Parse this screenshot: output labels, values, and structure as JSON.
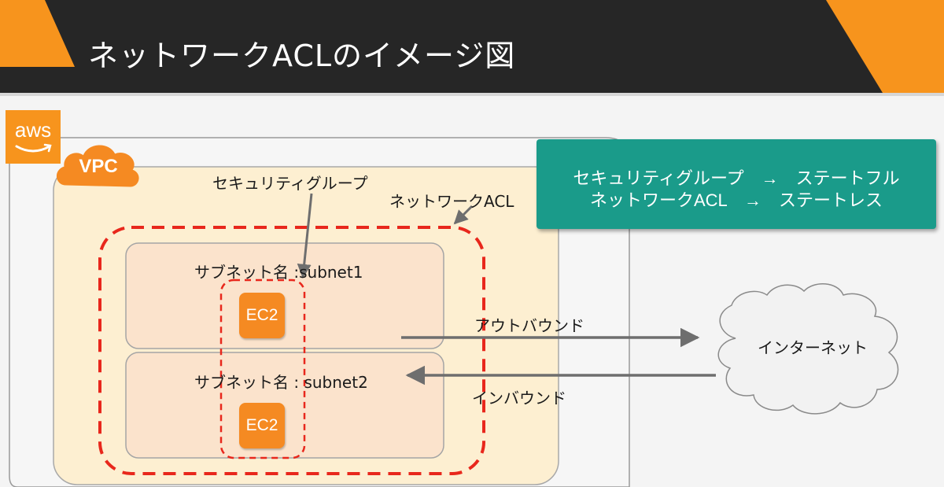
{
  "slide": {
    "title": "ネットワークACLのイメージ図"
  },
  "logos": {
    "aws": "aws",
    "vpc": "VPC"
  },
  "diagram": {
    "security_group_label": "セキュリティグループ",
    "network_acl_label": "ネットワークACL",
    "subnet1_label": "サブネット名 :subnet1",
    "subnet2_label": "サブネット名 : subnet2",
    "ec2_1": "EC2",
    "ec2_2": "EC2",
    "outbound_label": "アウトバウンド",
    "inbound_label": "インバウンド",
    "internet_label": "インターネット"
  },
  "note": {
    "line1": "セキュリティグループ　→　ステートフル",
    "line2": "ネットワークACL　→　ステートレス"
  },
  "colors": {
    "header": "#262626",
    "accent_orange": "#f7941d",
    "vpc_fill": "#fdefd1",
    "subnet_fill": "#fbe3cc",
    "dash_red": "#e8271c",
    "note_teal": "#1a9b8a",
    "arrow_gray": "#6e6e6e"
  },
  "icons": {
    "aws": "aws-logo-icon",
    "vpc": "vpc-cloud-icon",
    "internet": "internet-cloud-icon"
  }
}
